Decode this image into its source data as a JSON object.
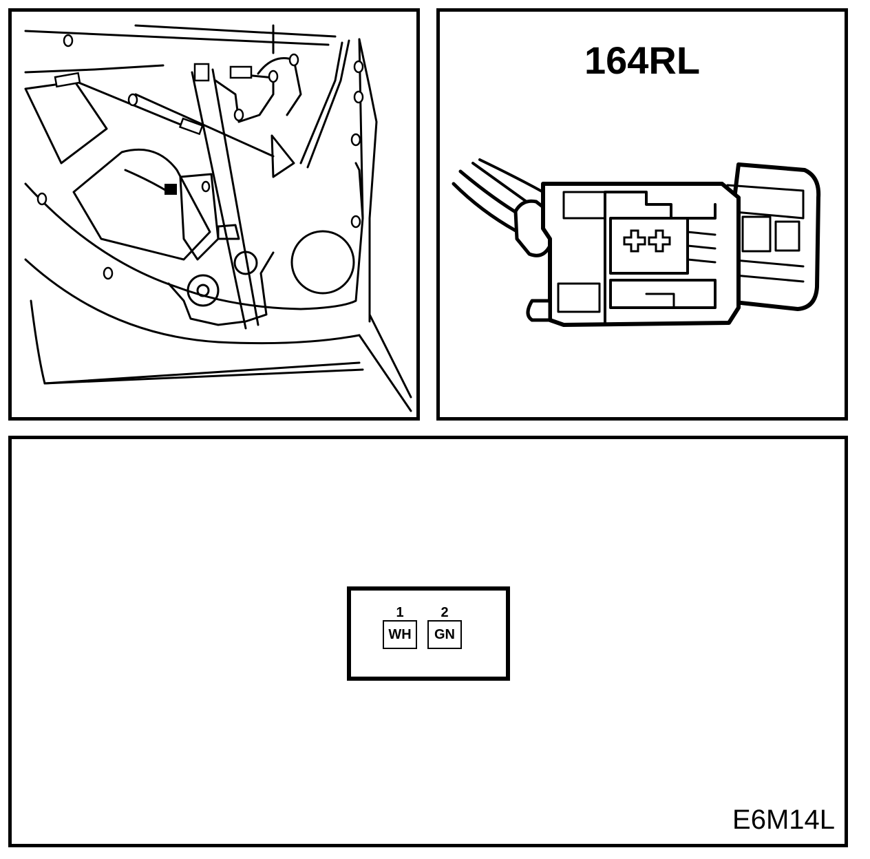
{
  "connector": {
    "name": "164RL",
    "pins": [
      {
        "number": "1",
        "wire": "WH"
      },
      {
        "number": "2",
        "wire": "GN"
      }
    ]
  },
  "figure_code": "E6M14L",
  "colors": {
    "line": "#000000",
    "background": "#ffffff"
  }
}
